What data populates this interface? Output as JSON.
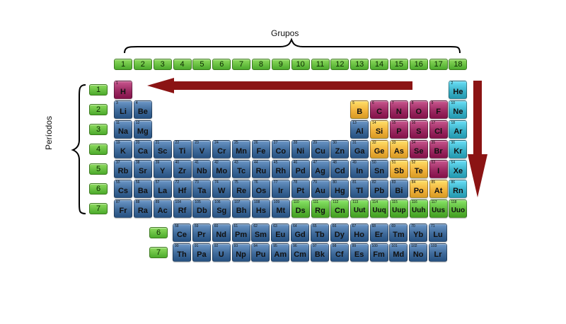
{
  "titles": {
    "groups": "Grupos",
    "periods": "Períodos"
  },
  "group_labels": [
    "1",
    "2",
    "3",
    "4",
    "5",
    "6",
    "7",
    "8",
    "9",
    "10",
    "11",
    "12",
    "13",
    "14",
    "15",
    "16",
    "17",
    "18"
  ],
  "period_labels": [
    "1",
    "2",
    "3",
    "4",
    "5",
    "6",
    "7"
  ],
  "series_labels": [
    "6",
    "7"
  ],
  "colors": {
    "blue": "#3f6a9a",
    "maroon": "#9c2a62",
    "orange": "#f1b33c",
    "teal": "#3cb2c9",
    "green": "#5cb83a",
    "arrow": "#8b1414",
    "label_green": "#5cb83a"
  },
  "elements": [
    {
      "n": "1",
      "s": "H",
      "row": 1,
      "col": 1,
      "cat": "maroon"
    },
    {
      "n": "2",
      "s": "He",
      "row": 1,
      "col": 18,
      "cat": "teal"
    },
    {
      "n": "3",
      "s": "Li",
      "row": 2,
      "col": 1,
      "cat": "blue"
    },
    {
      "n": "4",
      "s": "Be",
      "row": 2,
      "col": 2,
      "cat": "blue"
    },
    {
      "n": "5",
      "s": "B",
      "row": 2,
      "col": 13,
      "cat": "orange"
    },
    {
      "n": "6",
      "s": "C",
      "row": 2,
      "col": 14,
      "cat": "maroon"
    },
    {
      "n": "7",
      "s": "N",
      "row": 2,
      "col": 15,
      "cat": "maroon"
    },
    {
      "n": "8",
      "s": "O",
      "row": 2,
      "col": 16,
      "cat": "maroon"
    },
    {
      "n": "9",
      "s": "F",
      "row": 2,
      "col": 17,
      "cat": "maroon"
    },
    {
      "n": "10",
      "s": "Ne",
      "row": 2,
      "col": 18,
      "cat": "teal"
    },
    {
      "n": "11",
      "s": "Na",
      "row": 3,
      "col": 1,
      "cat": "blue"
    },
    {
      "n": "12",
      "s": "Mg",
      "row": 3,
      "col": 2,
      "cat": "blue"
    },
    {
      "n": "13",
      "s": "Al",
      "row": 3,
      "col": 13,
      "cat": "blue"
    },
    {
      "n": "14",
      "s": "Si",
      "row": 3,
      "col": 14,
      "cat": "orange"
    },
    {
      "n": "15",
      "s": "P",
      "row": 3,
      "col": 15,
      "cat": "maroon"
    },
    {
      "n": "16",
      "s": "S",
      "row": 3,
      "col": 16,
      "cat": "maroon"
    },
    {
      "n": "17",
      "s": "Cl",
      "row": 3,
      "col": 17,
      "cat": "maroon"
    },
    {
      "n": "18",
      "s": "Ar",
      "row": 3,
      "col": 18,
      "cat": "teal"
    },
    {
      "n": "19",
      "s": "K",
      "row": 4,
      "col": 1,
      "cat": "blue"
    },
    {
      "n": "20",
      "s": "Ca",
      "row": 4,
      "col": 2,
      "cat": "blue"
    },
    {
      "n": "21",
      "s": "Sc",
      "row": 4,
      "col": 3,
      "cat": "blue"
    },
    {
      "n": "22",
      "s": "Ti",
      "row": 4,
      "col": 4,
      "cat": "blue"
    },
    {
      "n": "23",
      "s": "V",
      "row": 4,
      "col": 5,
      "cat": "blue"
    },
    {
      "n": "24",
      "s": "Cr",
      "row": 4,
      "col": 6,
      "cat": "blue"
    },
    {
      "n": "25",
      "s": "Mn",
      "row": 4,
      "col": 7,
      "cat": "blue"
    },
    {
      "n": "26",
      "s": "Fe",
      "row": 4,
      "col": 8,
      "cat": "blue"
    },
    {
      "n": "27",
      "s": "Co",
      "row": 4,
      "col": 9,
      "cat": "blue"
    },
    {
      "n": "28",
      "s": "Ni",
      "row": 4,
      "col": 10,
      "cat": "blue"
    },
    {
      "n": "29",
      "s": "Cu",
      "row": 4,
      "col": 11,
      "cat": "blue"
    },
    {
      "n": "30",
      "s": "Zn",
      "row": 4,
      "col": 12,
      "cat": "blue"
    },
    {
      "n": "31",
      "s": "Ga",
      "row": 4,
      "col": 13,
      "cat": "blue"
    },
    {
      "n": "32",
      "s": "Ge",
      "row": 4,
      "col": 14,
      "cat": "orange"
    },
    {
      "n": "33",
      "s": "As",
      "row": 4,
      "col": 15,
      "cat": "orange"
    },
    {
      "n": "34",
      "s": "Se",
      "row": 4,
      "col": 16,
      "cat": "maroon"
    },
    {
      "n": "35",
      "s": "Br",
      "row": 4,
      "col": 17,
      "cat": "maroon"
    },
    {
      "n": "36",
      "s": "Kr",
      "row": 4,
      "col": 18,
      "cat": "teal"
    },
    {
      "n": "37",
      "s": "Rb",
      "row": 5,
      "col": 1,
      "cat": "blue"
    },
    {
      "n": "38",
      "s": "Sr",
      "row": 5,
      "col": 2,
      "cat": "blue"
    },
    {
      "n": "39",
      "s": "Y",
      "row": 5,
      "col": 3,
      "cat": "blue"
    },
    {
      "n": "40",
      "s": "Zr",
      "row": 5,
      "col": 4,
      "cat": "blue"
    },
    {
      "n": "41",
      "s": "Nb",
      "row": 5,
      "col": 5,
      "cat": "blue"
    },
    {
      "n": "42",
      "s": "Mo",
      "row": 5,
      "col": 6,
      "cat": "blue"
    },
    {
      "n": "43",
      "s": "Tc",
      "row": 5,
      "col": 7,
      "cat": "blue"
    },
    {
      "n": "44",
      "s": "Ru",
      "row": 5,
      "col": 8,
      "cat": "blue"
    },
    {
      "n": "45",
      "s": "Rh",
      "row": 5,
      "col": 9,
      "cat": "blue"
    },
    {
      "n": "46",
      "s": "Pd",
      "row": 5,
      "col": 10,
      "cat": "blue"
    },
    {
      "n": "47",
      "s": "Ag",
      "row": 5,
      "col": 11,
      "cat": "blue"
    },
    {
      "n": "48",
      "s": "Cd",
      "row": 5,
      "col": 12,
      "cat": "blue"
    },
    {
      "n": "49",
      "s": "In",
      "row": 5,
      "col": 13,
      "cat": "blue"
    },
    {
      "n": "50",
      "s": "Sn",
      "row": 5,
      "col": 14,
      "cat": "blue"
    },
    {
      "n": "51",
      "s": "Sb",
      "row": 5,
      "col": 15,
      "cat": "orange"
    },
    {
      "n": "52",
      "s": "Te",
      "row": 5,
      "col": 16,
      "cat": "orange"
    },
    {
      "n": "53",
      "s": "I",
      "row": 5,
      "col": 17,
      "cat": "maroon"
    },
    {
      "n": "54",
      "s": "Xe",
      "row": 5,
      "col": 18,
      "cat": "teal"
    },
    {
      "n": "55",
      "s": "Cs",
      "row": 6,
      "col": 1,
      "cat": "blue"
    },
    {
      "n": "56",
      "s": "Ba",
      "row": 6,
      "col": 2,
      "cat": "blue"
    },
    {
      "n": "57",
      "s": "La",
      "row": 6,
      "col": 3,
      "cat": "blue"
    },
    {
      "n": "72",
      "s": "Hf",
      "row": 6,
      "col": 4,
      "cat": "blue"
    },
    {
      "n": "73",
      "s": "Ta",
      "row": 6,
      "col": 5,
      "cat": "blue"
    },
    {
      "n": "74",
      "s": "W",
      "row": 6,
      "col": 6,
      "cat": "blue"
    },
    {
      "n": "75",
      "s": "Re",
      "row": 6,
      "col": 7,
      "cat": "blue"
    },
    {
      "n": "76",
      "s": "Os",
      "row": 6,
      "col": 8,
      "cat": "blue"
    },
    {
      "n": "77",
      "s": "Ir",
      "row": 6,
      "col": 9,
      "cat": "blue"
    },
    {
      "n": "78",
      "s": "Pt",
      "row": 6,
      "col": 10,
      "cat": "blue"
    },
    {
      "n": "79",
      "s": "Au",
      "row": 6,
      "col": 11,
      "cat": "blue"
    },
    {
      "n": "80",
      "s": "Hg",
      "row": 6,
      "col": 12,
      "cat": "blue"
    },
    {
      "n": "81",
      "s": "Tl",
      "row": 6,
      "col": 13,
      "cat": "blue"
    },
    {
      "n": "82",
      "s": "Pb",
      "row": 6,
      "col": 14,
      "cat": "blue"
    },
    {
      "n": "83",
      "s": "Bi",
      "row": 6,
      "col": 15,
      "cat": "blue"
    },
    {
      "n": "84",
      "s": "Po",
      "row": 6,
      "col": 16,
      "cat": "orange"
    },
    {
      "n": "85",
      "s": "At",
      "row": 6,
      "col": 17,
      "cat": "orange"
    },
    {
      "n": "86",
      "s": "Rn",
      "row": 6,
      "col": 18,
      "cat": "teal"
    },
    {
      "n": "87",
      "s": "Fr",
      "row": 7,
      "col": 1,
      "cat": "blue"
    },
    {
      "n": "88",
      "s": "Ra",
      "row": 7,
      "col": 2,
      "cat": "blue"
    },
    {
      "n": "89",
      "s": "Ac",
      "row": 7,
      "col": 3,
      "cat": "blue"
    },
    {
      "n": "104",
      "s": "Rf",
      "row": 7,
      "col": 4,
      "cat": "blue"
    },
    {
      "n": "105",
      "s": "Db",
      "row": 7,
      "col": 5,
      "cat": "blue"
    },
    {
      "n": "106",
      "s": "Sg",
      "row": 7,
      "col": 6,
      "cat": "blue"
    },
    {
      "n": "107",
      "s": "Bh",
      "row": 7,
      "col": 7,
      "cat": "blue"
    },
    {
      "n": "108",
      "s": "Hs",
      "row": 7,
      "col": 8,
      "cat": "blue"
    },
    {
      "n": "109",
      "s": "Mt",
      "row": 7,
      "col": 9,
      "cat": "blue"
    },
    {
      "n": "110",
      "s": "Ds",
      "row": 7,
      "col": 10,
      "cat": "green"
    },
    {
      "n": "111",
      "s": "Rg",
      "row": 7,
      "col": 11,
      "cat": "green"
    },
    {
      "n": "112",
      "s": "Cn",
      "row": 7,
      "col": 12,
      "cat": "green"
    },
    {
      "n": "113",
      "s": "Uut",
      "row": 7,
      "col": 13,
      "cat": "green"
    },
    {
      "n": "114",
      "s": "Uuq",
      "row": 7,
      "col": 14,
      "cat": "green"
    },
    {
      "n": "115",
      "s": "Uup",
      "row": 7,
      "col": 15,
      "cat": "green"
    },
    {
      "n": "116",
      "s": "Uuh",
      "row": 7,
      "col": 16,
      "cat": "green"
    },
    {
      "n": "117",
      "s": "Uus",
      "row": 7,
      "col": 17,
      "cat": "green"
    },
    {
      "n": "118",
      "s": "Uuo",
      "row": 7,
      "col": 18,
      "cat": "green"
    },
    {
      "n": "58",
      "s": "Ce",
      "row": "L",
      "col": 1,
      "cat": "blue"
    },
    {
      "n": "59",
      "s": "Pr",
      "row": "L",
      "col": 2,
      "cat": "blue"
    },
    {
      "n": "60",
      "s": "Nd",
      "row": "L",
      "col": 3,
      "cat": "blue"
    },
    {
      "n": "61",
      "s": "Pm",
      "row": "L",
      "col": 4,
      "cat": "blue"
    },
    {
      "n": "62",
      "s": "Sm",
      "row": "L",
      "col": 5,
      "cat": "blue"
    },
    {
      "n": "63",
      "s": "Eu",
      "row": "L",
      "col": 6,
      "cat": "blue"
    },
    {
      "n": "64",
      "s": "Gd",
      "row": "L",
      "col": 7,
      "cat": "blue"
    },
    {
      "n": "65",
      "s": "Tb",
      "row": "L",
      "col": 8,
      "cat": "blue"
    },
    {
      "n": "66",
      "s": "Dy",
      "row": "L",
      "col": 9,
      "cat": "blue"
    },
    {
      "n": "67",
      "s": "Ho",
      "row": "L",
      "col": 10,
      "cat": "blue"
    },
    {
      "n": "68",
      "s": "Er",
      "row": "L",
      "col": 11,
      "cat": "blue"
    },
    {
      "n": "69",
      "s": "Tm",
      "row": "L",
      "col": 12,
      "cat": "blue"
    },
    {
      "n": "70",
      "s": "Yb",
      "row": "L",
      "col": 13,
      "cat": "blue"
    },
    {
      "n": "71",
      "s": "Lu",
      "row": "L",
      "col": 14,
      "cat": "blue"
    },
    {
      "n": "90",
      "s": "Th",
      "row": "A",
      "col": 1,
      "cat": "blue"
    },
    {
      "n": "91",
      "s": "Pa",
      "row": "A",
      "col": 2,
      "cat": "blue"
    },
    {
      "n": "92",
      "s": "U",
      "row": "A",
      "col": 3,
      "cat": "blue"
    },
    {
      "n": "93",
      "s": "Np",
      "row": "A",
      "col": 4,
      "cat": "blue"
    },
    {
      "n": "94",
      "s": "Pu",
      "row": "A",
      "col": 5,
      "cat": "blue"
    },
    {
      "n": "95",
      "s": "Am",
      "row": "A",
      "col": 6,
      "cat": "blue"
    },
    {
      "n": "96",
      "s": "Cm",
      "row": "A",
      "col": 7,
      "cat": "blue"
    },
    {
      "n": "97",
      "s": "Bk",
      "row": "A",
      "col": 8,
      "cat": "blue"
    },
    {
      "n": "98",
      "s": "Cf",
      "row": "A",
      "col": 9,
      "cat": "blue"
    },
    {
      "n": "99",
      "s": "Es",
      "row": "A",
      "col": 10,
      "cat": "blue"
    },
    {
      "n": "100",
      "s": "Fm",
      "row": "A",
      "col": 11,
      "cat": "blue"
    },
    {
      "n": "101",
      "s": "Md",
      "row": "A",
      "col": 12,
      "cat": "blue"
    },
    {
      "n": "102",
      "s": "No",
      "row": "A",
      "col": 13,
      "cat": "blue"
    },
    {
      "n": "103",
      "s": "Lr",
      "row": "A",
      "col": 14,
      "cat": "blue"
    }
  ]
}
